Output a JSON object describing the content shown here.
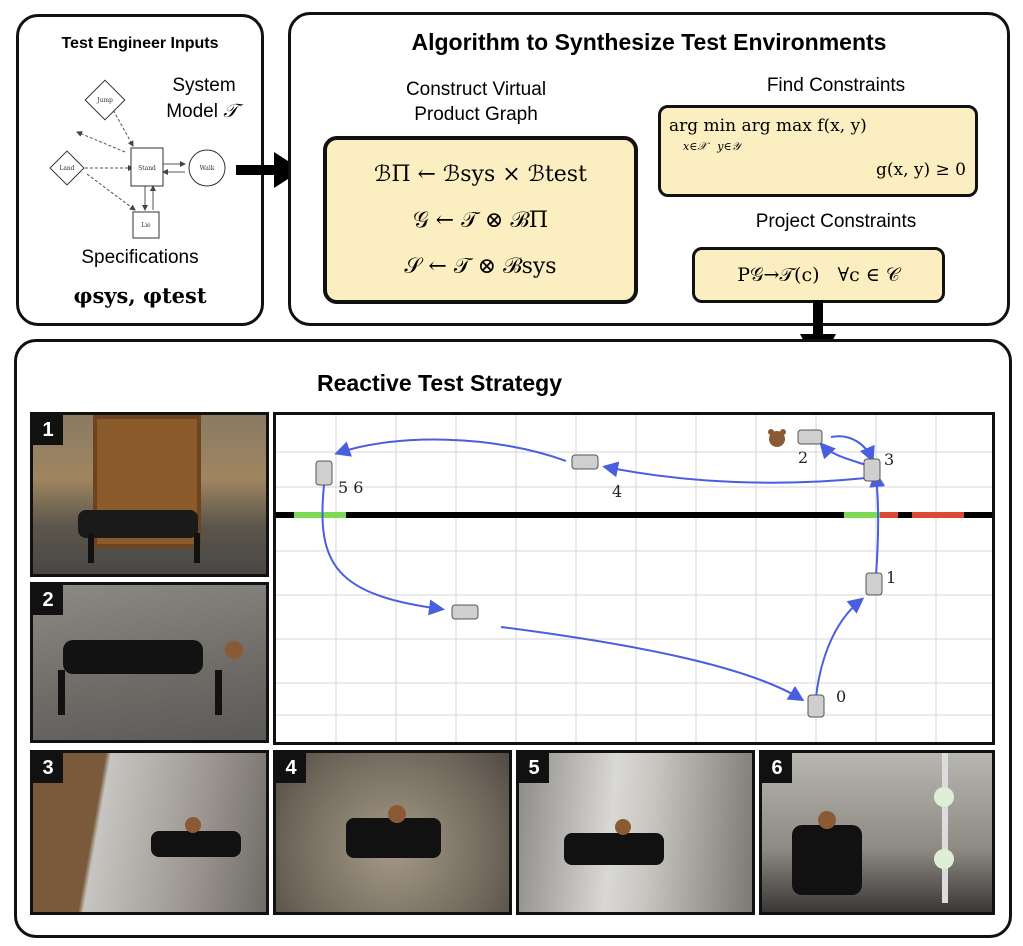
{
  "inputs_panel": {
    "title": "Test Engineer Inputs",
    "system_model_line1": "System",
    "system_model_line2": "Model",
    "system_model_symbol": "𝒯",
    "graph_nodes": [
      "Jump",
      "Land",
      "Stand",
      "Walk",
      "Lie"
    ],
    "specifications_label": "Specifications",
    "spec_symbols": "φsys, φtest"
  },
  "algorithm_panel": {
    "title": "Algorithm to Synthesize Test Environments",
    "construct_line1": "Construct Virtual",
    "construct_line2": "Product Graph",
    "eq1": "ℬΠ ← ℬsys × ℬtest",
    "eq2": "𝒢 ← 𝒯 ⊗ ℬΠ",
    "eq3": "𝒮 ← 𝒯 ⊗ ℬsys",
    "find_constraints_label": "Find Constraints",
    "opt_line1": "arg min arg max f(x, y)",
    "opt_sub": "x∈𝒳   y∈𝒴",
    "opt_line2": "g(x, y) ≥ 0",
    "project_constraints_label": "Project Constraints",
    "projection": "P𝒢→𝒯(c)   ∀c ∈ 𝒞"
  },
  "strategy_panel": {
    "title": "Reactive Test Strategy",
    "photo_labels": [
      "1",
      "2",
      "3",
      "4",
      "5",
      "6"
    ],
    "waypoint_labels": [
      "0",
      "1",
      "2",
      "3",
      "4",
      "5 6"
    ]
  },
  "colors": {
    "box_fill": "#fbeec0",
    "path_blue": "#4a5ee0",
    "bar_green": "#7ed957",
    "bar_red": "#d94a2e",
    "border": "#111111"
  }
}
